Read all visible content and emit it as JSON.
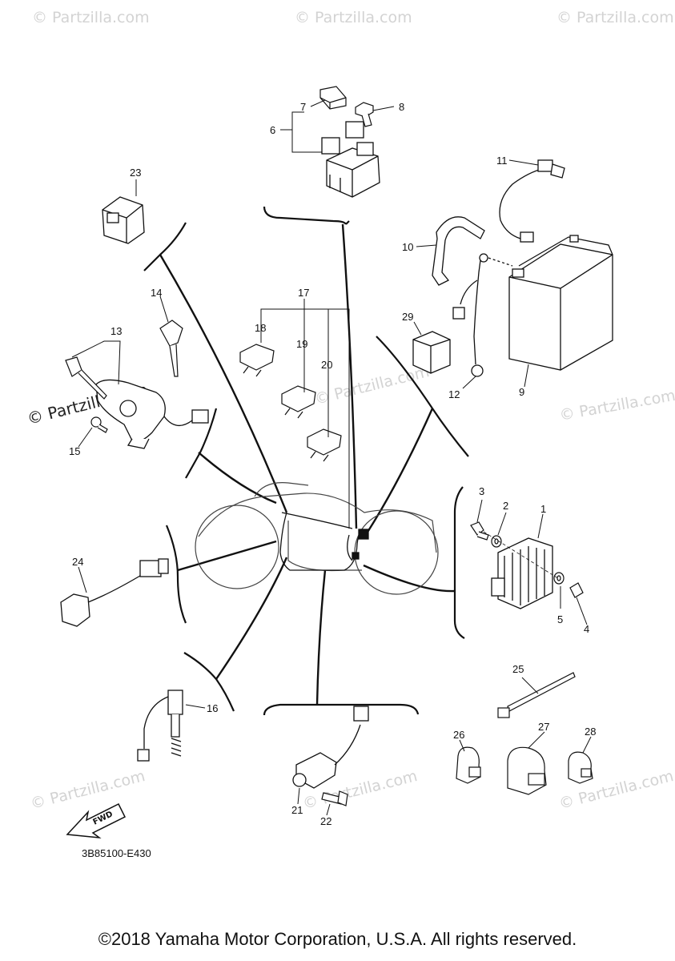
{
  "watermark": {
    "text": "© Partzilla.com",
    "text_dark": "© Partzilla.com"
  },
  "callouts": {
    "c1": "1",
    "c2": "2",
    "c3": "3",
    "c4": "4",
    "c5": "5",
    "c6": "6",
    "c7": "7",
    "c8": "8",
    "c9": "9",
    "c10": "10",
    "c11": "11",
    "c12": "12",
    "c13": "13",
    "c14": "14",
    "c15": "15",
    "c16": "16",
    "c17": "17",
    "c18": "18",
    "c19": "19",
    "c20": "20",
    "c21": "21",
    "c22": "22",
    "c23": "23",
    "c24": "24",
    "c25": "25",
    "c26": "26",
    "c27": "27",
    "c28": "28",
    "c29": "29"
  },
  "fwd_label": "FWD",
  "diagram_ref": "3B85100-E430",
  "copyright": "©2018 Yamaha Motor Corporation, U.S.A. All rights reserved."
}
